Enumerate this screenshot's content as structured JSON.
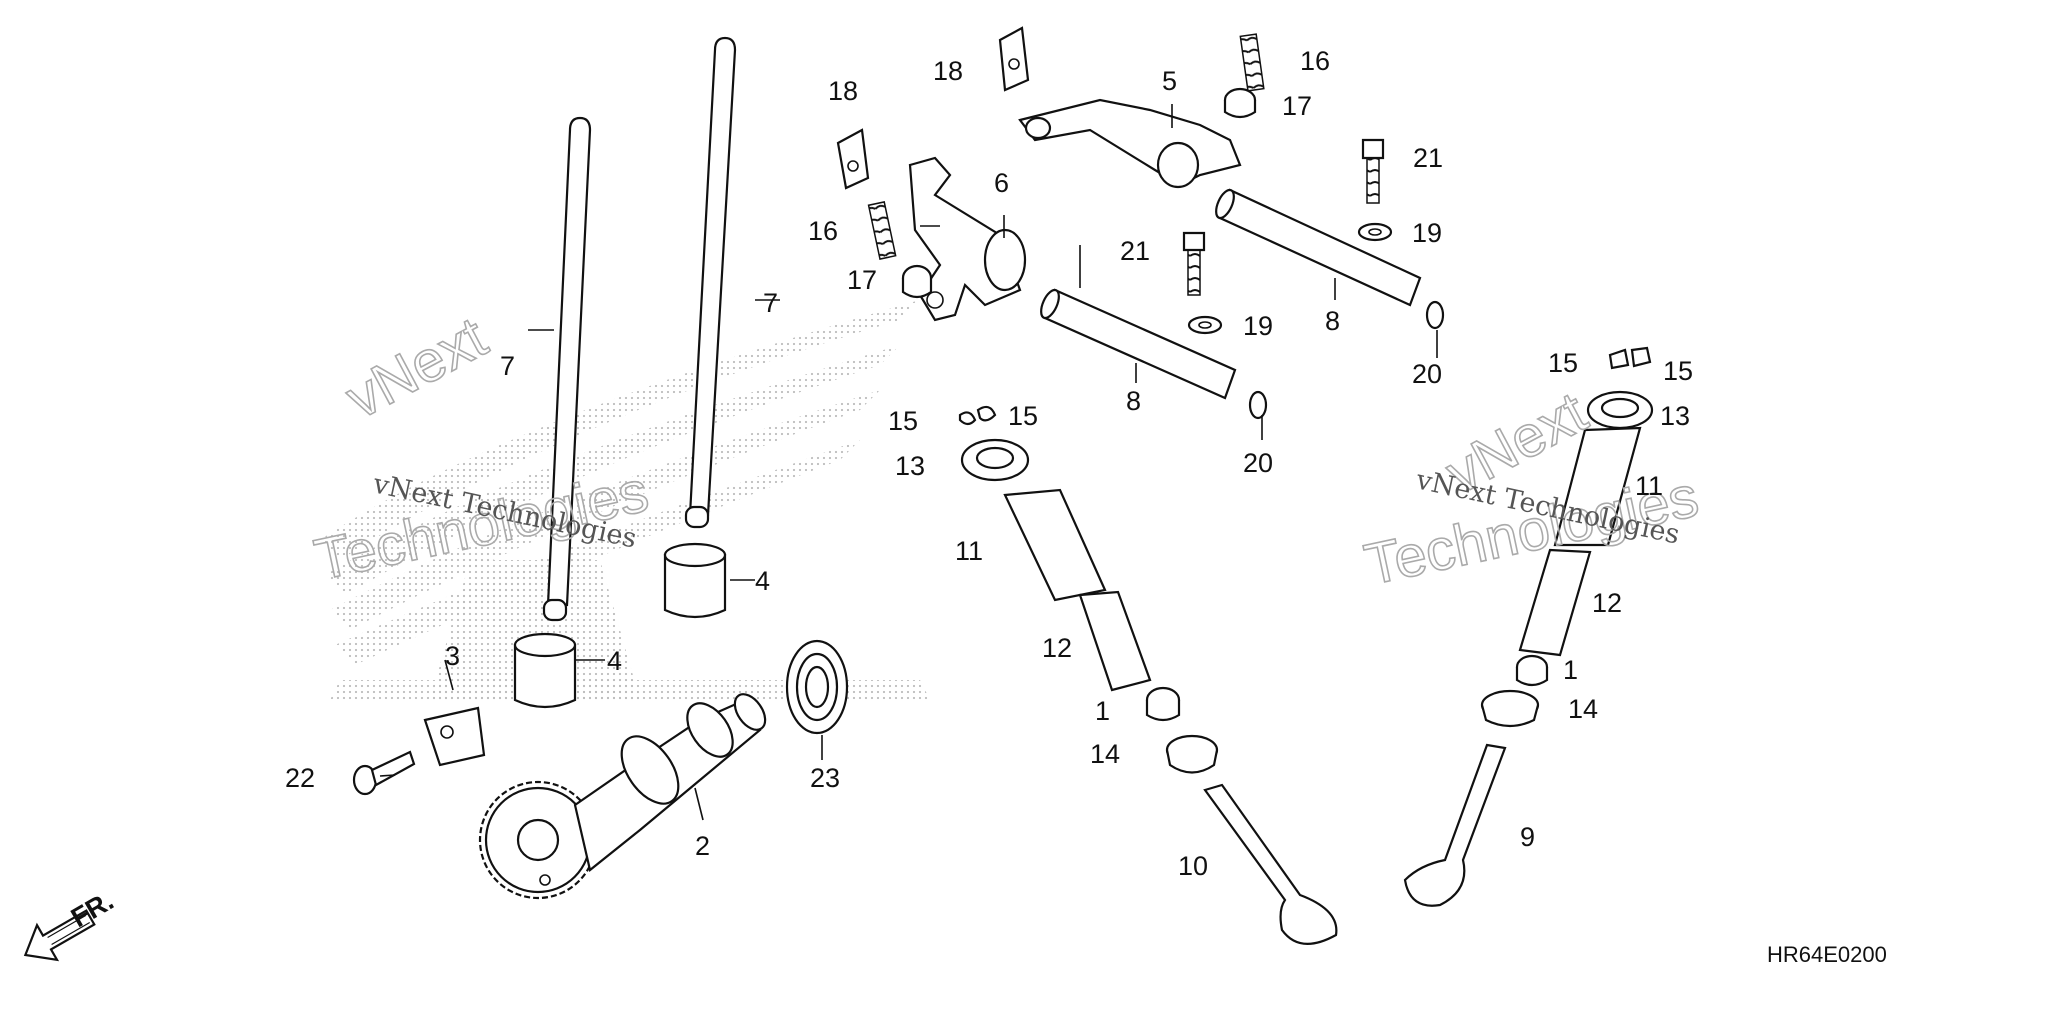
{
  "diagram": {
    "code": "HR64E0200",
    "direction_label": "FR.",
    "watermark": [
      "vNext",
      "Technologies",
      "vNext Technologies"
    ],
    "callouts": [
      {
        "id": "c-1a",
        "text": "1"
      },
      {
        "id": "c-1b",
        "text": "1"
      },
      {
        "id": "c-2",
        "text": "2"
      },
      {
        "id": "c-3",
        "text": "3"
      },
      {
        "id": "c-4a",
        "text": "4"
      },
      {
        "id": "c-4b",
        "text": "4"
      },
      {
        "id": "c-5",
        "text": "5"
      },
      {
        "id": "c-6",
        "text": "6"
      },
      {
        "id": "c-7a",
        "text": "7"
      },
      {
        "id": "c-7b",
        "text": "7"
      },
      {
        "id": "c-8a",
        "text": "8"
      },
      {
        "id": "c-8b",
        "text": "8"
      },
      {
        "id": "c-9",
        "text": "9"
      },
      {
        "id": "c-10",
        "text": "10"
      },
      {
        "id": "c-11a",
        "text": "11"
      },
      {
        "id": "c-11b",
        "text": "11"
      },
      {
        "id": "c-12a",
        "text": "12"
      },
      {
        "id": "c-12b",
        "text": "12"
      },
      {
        "id": "c-13a",
        "text": "13"
      },
      {
        "id": "c-13b",
        "text": "13"
      },
      {
        "id": "c-14a",
        "text": "14"
      },
      {
        "id": "c-14b",
        "text": "14"
      },
      {
        "id": "c-15a",
        "text": "15"
      },
      {
        "id": "c-15b",
        "text": "15"
      },
      {
        "id": "c-15c",
        "text": "15"
      },
      {
        "id": "c-15d",
        "text": "15"
      },
      {
        "id": "c-16a",
        "text": "16"
      },
      {
        "id": "c-16b",
        "text": "16"
      },
      {
        "id": "c-17a",
        "text": "17"
      },
      {
        "id": "c-17b",
        "text": "17"
      },
      {
        "id": "c-18a",
        "text": "18"
      },
      {
        "id": "c-18b",
        "text": "18"
      },
      {
        "id": "c-19a",
        "text": "19"
      },
      {
        "id": "c-19b",
        "text": "19"
      },
      {
        "id": "c-20a",
        "text": "20"
      },
      {
        "id": "c-20b",
        "text": "20"
      },
      {
        "id": "c-21a",
        "text": "21"
      },
      {
        "id": "c-21b",
        "text": "21"
      },
      {
        "id": "c-22",
        "text": "22"
      },
      {
        "id": "c-23",
        "text": "23"
      }
    ]
  }
}
